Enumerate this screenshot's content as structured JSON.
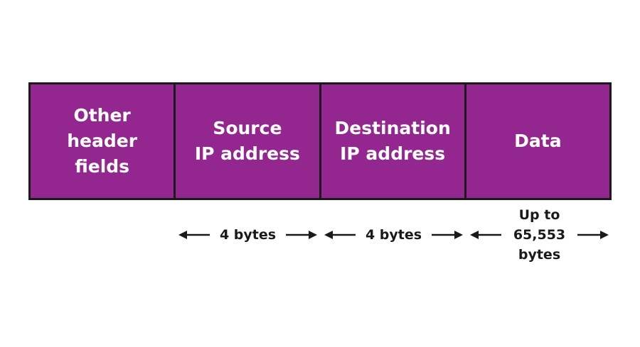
{
  "colors": {
    "field_fill": "#93278f",
    "border": "#1a1a1a",
    "text_on_field": "#ffffff",
    "text": "#1a1a1a"
  },
  "packet": {
    "fields": [
      {
        "label": "Other\nheader\nfields"
      },
      {
        "label": "Source\nIP address"
      },
      {
        "label": "Destination\nIP address"
      },
      {
        "label": "Data"
      }
    ]
  },
  "sizes": [
    {
      "label": "4 bytes"
    },
    {
      "label": "4 bytes"
    },
    {
      "label": "Up to\n65,553\nbytes"
    }
  ]
}
